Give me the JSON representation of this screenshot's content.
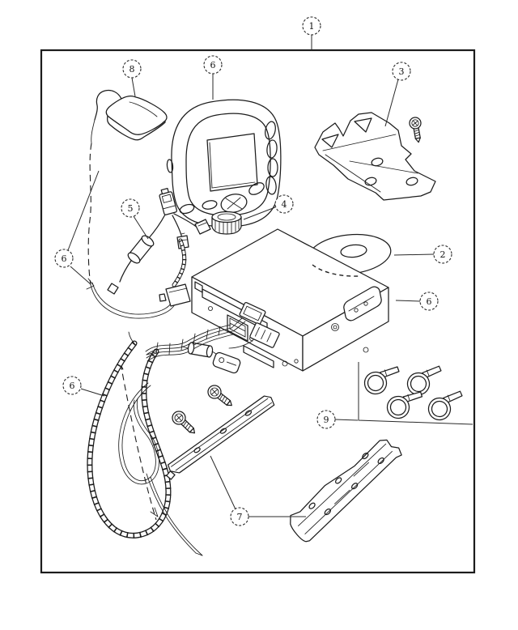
{
  "diagram": {
    "kind": "parts-diagram",
    "background": "#ffffff",
    "line_color": "#1c1c1c",
    "callouts": [
      {
        "number": "1",
        "part": "kit-frame"
      },
      {
        "number": "8",
        "part": "gps-antenna"
      },
      {
        "number": "6",
        "part": "display-unit"
      },
      {
        "number": "3",
        "part": "mounting-bracket"
      },
      {
        "number": "5",
        "part": "wiring-harness"
      },
      {
        "number": "4",
        "part": "control-knob"
      },
      {
        "number": "6",
        "part": "antenna-cable"
      },
      {
        "number": "2",
        "part": "map-disc"
      },
      {
        "number": "6",
        "part": "receiver-unit"
      },
      {
        "number": "6",
        "part": "power-cable"
      },
      {
        "number": "9",
        "part": "cable-ties"
      },
      {
        "number": "7",
        "part": "mounting-rails"
      }
    ]
  }
}
